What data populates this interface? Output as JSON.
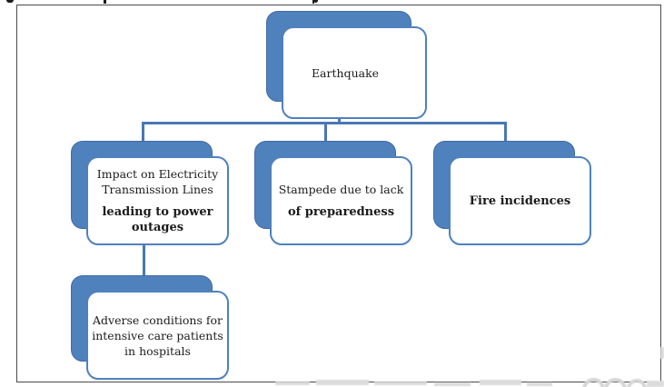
{
  "diagram": {
    "type": "hierarchy",
    "description": "Earthquake consequence flow diagram",
    "colors": {
      "shape_fill": "#4f81bd",
      "shape_border": "#4f81bd",
      "connector": "#4878b4",
      "text": "#1b1b1b",
      "frame_border": "#4a4a4a",
      "watermark": "#dcdcdc"
    },
    "nodes": {
      "earthquake": {
        "lines": [
          {
            "text": "Earthquake",
            "bold": false
          }
        ]
      },
      "impact": {
        "lines": [
          {
            "text": "Impact on Electricity",
            "bold": false
          },
          {
            "text": "Transmission Lines",
            "bold": false
          },
          {
            "text": "leading to power",
            "bold": true
          },
          {
            "text": "outages",
            "bold": true
          }
        ]
      },
      "stampede": {
        "lines": [
          {
            "text": "Stampede due to lack",
            "bold": false
          },
          {
            "text": "of preparedness",
            "bold": true
          }
        ]
      },
      "fire": {
        "lines": [
          {
            "text": "Fire incidences",
            "bold": true
          }
        ]
      },
      "adverse": {
        "lines": [
          {
            "text": "Adverse conditions for",
            "bold": false
          },
          {
            "text": "intensive care patients",
            "bold": false
          },
          {
            "text": "in hospitals",
            "bold": false
          }
        ]
      }
    },
    "edges": [
      {
        "from": "earthquake",
        "to": "impact"
      },
      {
        "from": "earthquake",
        "to": "stampede"
      },
      {
        "from": "earthquake",
        "to": "fire"
      },
      {
        "from": "impact",
        "to": "adverse"
      }
    ]
  }
}
